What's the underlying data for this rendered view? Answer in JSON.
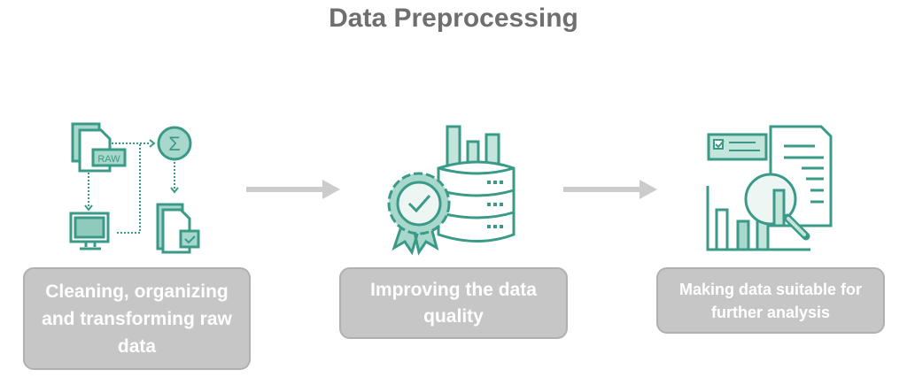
{
  "title": "Data Preprocessing",
  "steps": [
    {
      "label": "Cleaning, organizing and transforming raw data",
      "icon": "raw-data-transform-icon",
      "icon_text": "RAW"
    },
    {
      "label": "Improving the data quality",
      "icon": "quality-database-icon"
    },
    {
      "label": "Making data suitable for further analysis",
      "icon": "analysis-report-icon"
    }
  ],
  "colors": {
    "teal": "#3a9a88",
    "teal_light": "#a8d8cc",
    "box": "#c6c6c6",
    "arrow": "#cccccc",
    "title": "#6f6f6f"
  }
}
